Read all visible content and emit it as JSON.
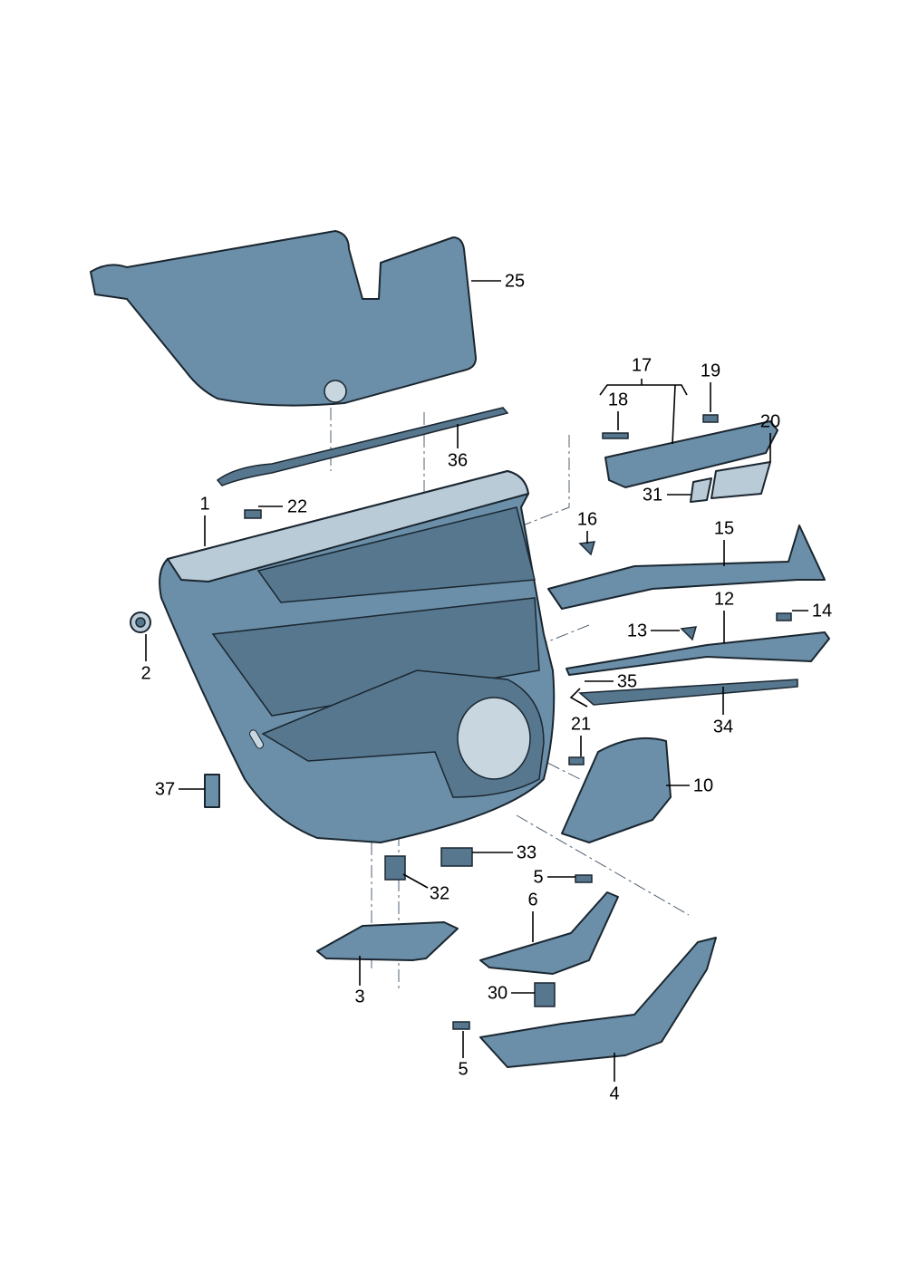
{
  "diagram": {
    "type": "exploded parts diagram - rear door trim panel",
    "callouts": {
      "p1": "1",
      "p2": "2",
      "p3": "3",
      "p4": "4",
      "p5a": "5",
      "p5b": "5",
      "p6": "6",
      "p10": "10",
      "p12": "12",
      "p13": "13",
      "p14": "14",
      "p15": "15",
      "p16": "16",
      "p17": "17",
      "p18": "18",
      "p19": "19",
      "p20": "20",
      "p21": "21",
      "p22": "22",
      "p25": "25",
      "p30": "30",
      "p31": "31",
      "p32": "32",
      "p33": "33",
      "p34": "34",
      "p35": "35",
      "p36": "36",
      "p37": "37"
    },
    "colors": {
      "part": "#6b8fa8",
      "highlight": "#b9cbd7",
      "outline": "#1a2630"
    }
  }
}
